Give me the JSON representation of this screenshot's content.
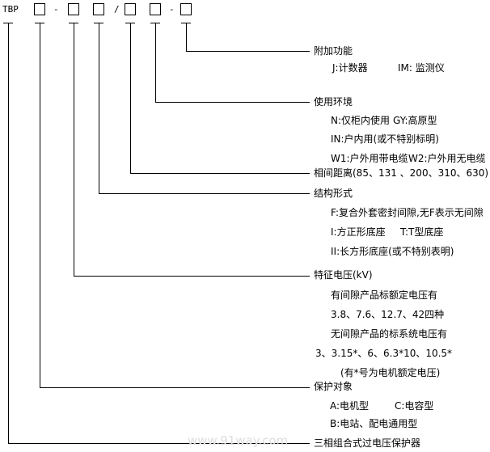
{
  "code": {
    "prefix": "TBP",
    "sep1": "-",
    "sep2": "/",
    "sep3": "-"
  },
  "branches": {
    "additional": {
      "title": "附加功能",
      "lines": [
        "J:计数器",
        "IM: 监测仪"
      ]
    },
    "environment": {
      "title": "使用环境",
      "lines": [
        "N:仅柜内使用",
        "GY:高原型",
        "IN:户内用(或不特别标明)",
        "W1:户外用带电缆",
        "W2:户外用无电缆"
      ]
    },
    "phase_distance": {
      "title": "相间距离(85、131 、200、310、630)"
    },
    "structure": {
      "title": "结构形式",
      "lines": [
        "F:复合外套密封间隙,无F表示无间隙",
        "I:方正形底座",
        "T:T型底座",
        "II:长方形底座(或不特别表明)"
      ]
    },
    "voltage": {
      "title": "特征电压(kV)",
      "lines": [
        "有间隙产品标额定电压有",
        "3.8、7.6、12.7、42四种",
        "无间隙产品的标系统电压有",
        "3、3.15*、6、6.3*10、10.5*",
        "(有*号为电机额定电压)"
      ]
    },
    "protected": {
      "title": "保护对象",
      "lines": [
        "A:电机型",
        "C:电容型",
        "B:电站、配电通用型"
      ]
    },
    "product": {
      "title": "三相组合式过电压保护器"
    }
  },
  "watermark": "www.91way.com"
}
